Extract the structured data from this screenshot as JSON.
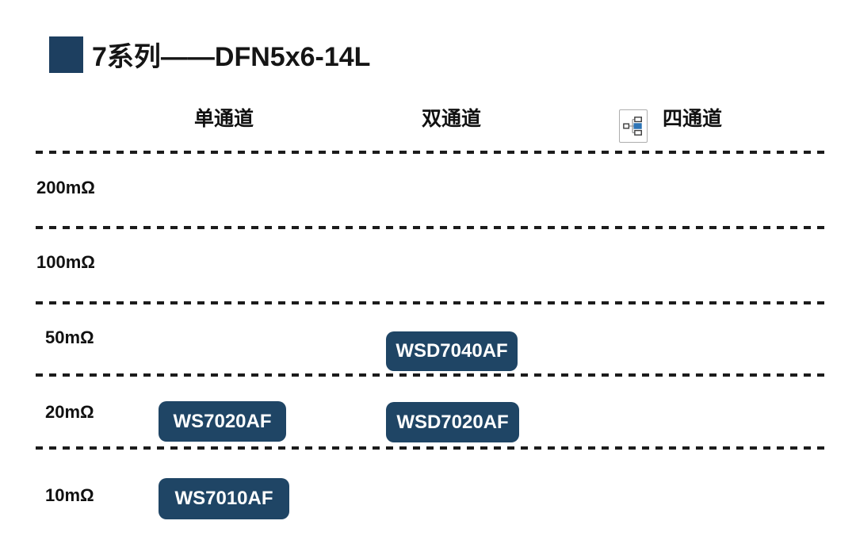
{
  "title": "7系列——DFN5x6-14L",
  "colors": {
    "navy": "#1f4565",
    "dash_black": "#1c1c1c",
    "icon_blue": "#2e75b6"
  },
  "columns": [
    {
      "label": "单通道"
    },
    {
      "label": "双通道"
    },
    {
      "label": "四通道",
      "icon": "org-chart-icon"
    }
  ],
  "rows": [
    {
      "label": "200mΩ"
    },
    {
      "label": "100mΩ"
    },
    {
      "label": "50mΩ"
    },
    {
      "label": "20mΩ"
    },
    {
      "label": "10mΩ"
    }
  ],
  "chart_data": {
    "type": "table",
    "title": "7系列——DFN5x6-14L",
    "columns": [
      "单通道",
      "双通道",
      "四通道"
    ],
    "rows": [
      "200mΩ",
      "100mΩ",
      "50mΩ",
      "20mΩ",
      "10mΩ"
    ],
    "products": [
      {
        "name": "WSD7040AF",
        "row": "50mΩ",
        "column": "双通道"
      },
      {
        "name": "WS7020AF",
        "row": "20mΩ",
        "column": "单通道"
      },
      {
        "name": "WSD7020AF",
        "row": "20mΩ",
        "column": "双通道"
      },
      {
        "name": "WS7010AF",
        "row": "10mΩ",
        "column": "单通道"
      }
    ]
  }
}
